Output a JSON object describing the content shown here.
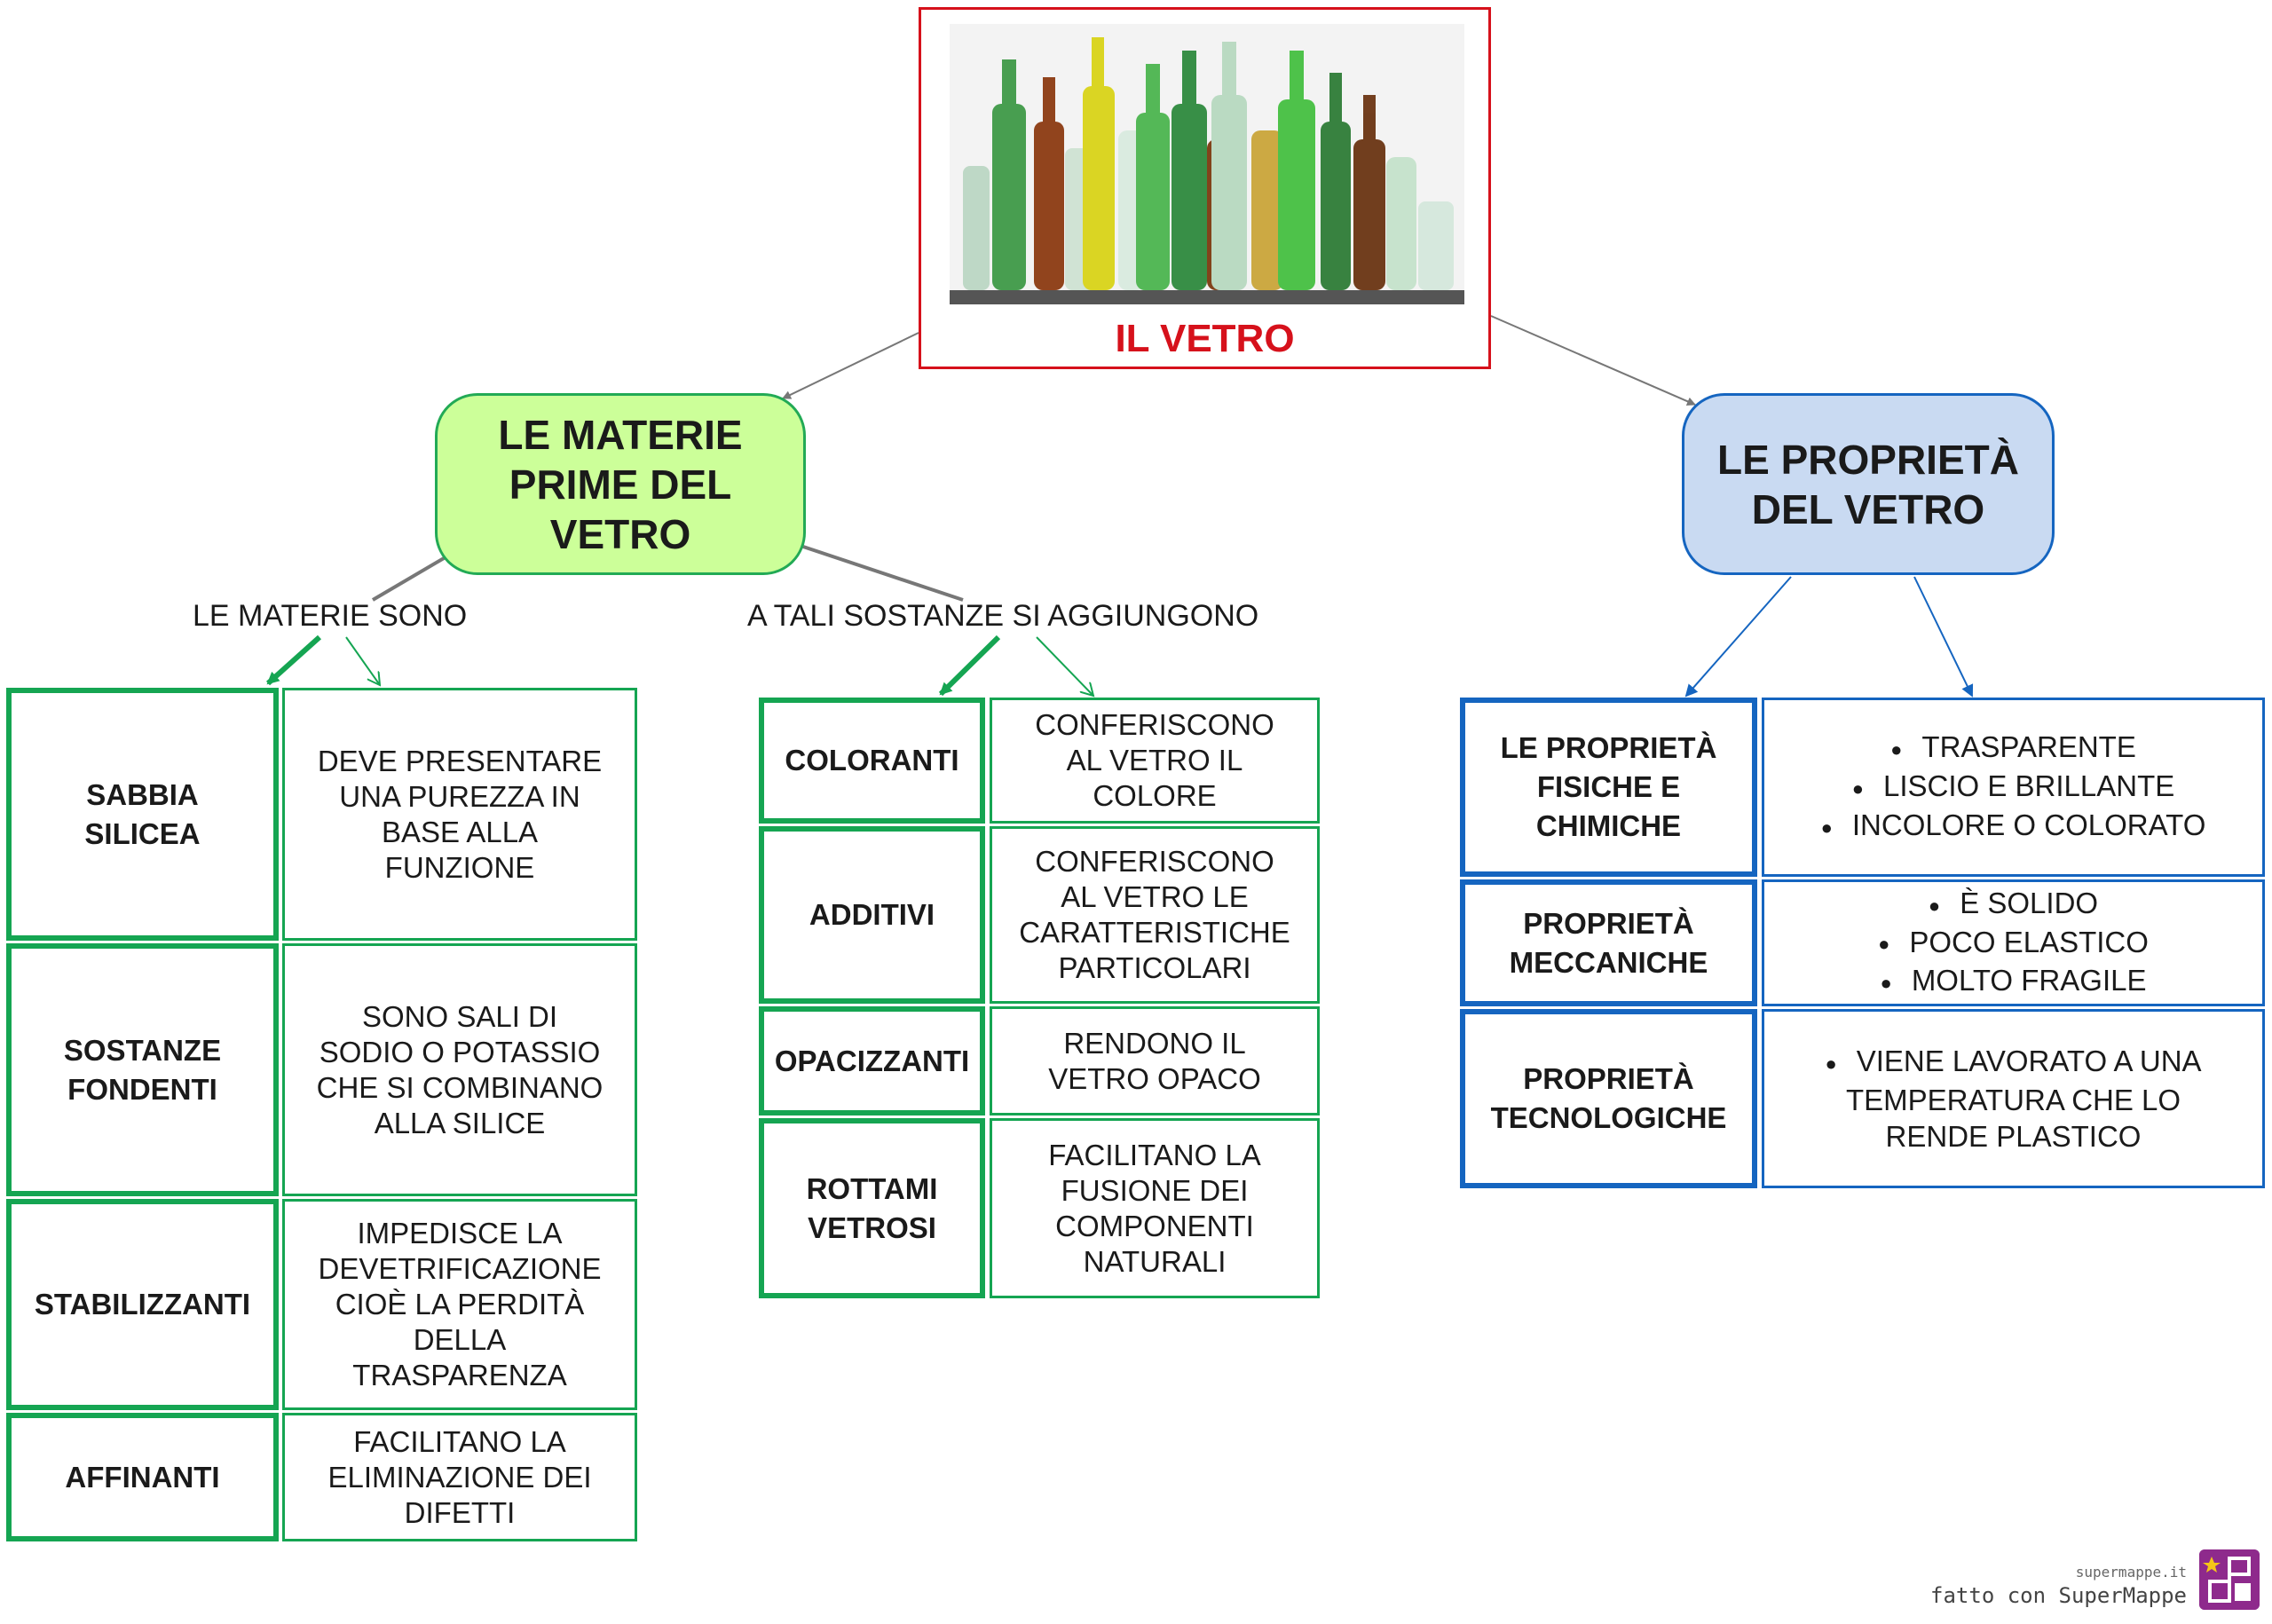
{
  "root": {
    "title": "IL VETRO"
  },
  "categories": {
    "materie": {
      "lines": [
        "LE MATERIE",
        "PRIME DEL",
        "VETRO"
      ]
    },
    "proprieta": {
      "lines": [
        "LE PROPRIETÀ",
        "DEL VETRO"
      ]
    }
  },
  "links": {
    "materie_sono": "LE MATERIE SONO",
    "aggiungono": "A TALI SOSTANZE SI AGGIUNGONO"
  },
  "materie_prime": [
    {
      "key": [
        "SABBIA",
        "SILICEA"
      ],
      "value": [
        "DEVE PRESENTARE",
        "UNA PUREZZA IN",
        "BASE ALLA",
        "FUNZIONE"
      ]
    },
    {
      "key": [
        "SOSTANZE",
        "FONDENTI"
      ],
      "value": [
        "SONO SALI DI",
        "SODIO O POTASSIO",
        "CHE SI COMBINANO",
        "ALLA SILICE"
      ]
    },
    {
      "key": [
        "STABILIZZANTI"
      ],
      "value": [
        "IMPEDISCE LA",
        "DEVETRIFICAZIONE",
        "CIOÈ LA PERDITÀ",
        "DELLA",
        "TRASPARENZA"
      ]
    },
    {
      "key": [
        "AFFINANTI"
      ],
      "value": [
        "FACILITANO LA",
        "ELIMINAZIONE DEI",
        "DIFETTI"
      ]
    }
  ],
  "sostanze_aggiunte": [
    {
      "key": [
        "COLORANTI"
      ],
      "value": [
        "CONFERISCONO",
        "AL VETRO IL",
        "COLORE"
      ]
    },
    {
      "key": [
        "ADDITIVI"
      ],
      "value": [
        "CONFERISCONO",
        "AL VETRO LE",
        "CARATTERISTICHE",
        "PARTICOLARI"
      ]
    },
    {
      "key": [
        "OPACIZZANTI"
      ],
      "value": [
        "RENDONO IL",
        "VETRO OPACO"
      ]
    },
    {
      "key": [
        "ROTTAMI",
        "VETROSI"
      ],
      "value": [
        "FACILITANO LA",
        "FUSIONE DEI",
        "COMPONENTI",
        "NATURALI"
      ]
    }
  ],
  "proprieta": [
    {
      "key": [
        "LE PROPRIETÀ",
        "FISICHE E",
        "CHIMICHE"
      ],
      "bullets": [
        "TRASPARENTE",
        "LISCIO E BRILLANTE",
        "INCOLORE O COLORATO"
      ]
    },
    {
      "key": [
        "PROPRIETÀ",
        "MECCANICHE"
      ],
      "bullets": [
        "È SOLIDO",
        "POCO ELASTICO",
        "MOLTO FRAGILE"
      ]
    },
    {
      "key": [
        "PROPRIETÀ",
        "TECNOLOGICHE"
      ],
      "bullets": [
        "VIENE LAVORATO A UNA",
        "TEMPERATURA CHE LO",
        "RENDE PLASTICO"
      ]
    }
  ],
  "credit": {
    "site": "supermappe.it",
    "made_with": "fatto con SuperMappe"
  },
  "colors": {
    "root_border": "#d6111b",
    "green": "#15a552",
    "green_fill": "#ccff99",
    "blue": "#1565c0",
    "blue_fill": "#c9daf2",
    "logo": "#8e2a8c"
  }
}
